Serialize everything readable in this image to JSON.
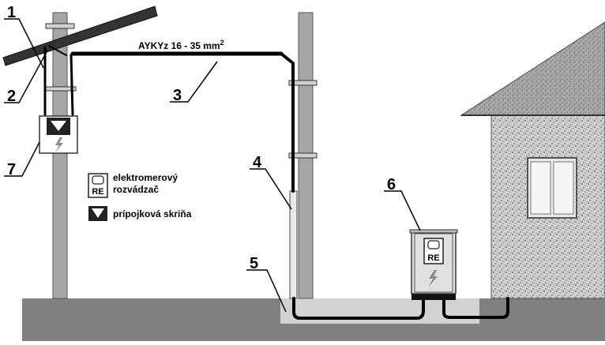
{
  "diagram": {
    "cable_label_main": "AYKYz 16 - 35 mm",
    "cable_label_sup": "2",
    "callouts": [
      "1",
      "2",
      "3",
      "4",
      "5",
      "6",
      "7"
    ],
    "legend": {
      "meter_box_line1": "elektromerový",
      "meter_box_line2": "rozvádzač",
      "connection_box": "prípojková skriňa"
    },
    "meter_symbol_text": "RE",
    "lightning_glyph": "ϟ",
    "icons": [
      "meter-box-icon",
      "connection-box-icon",
      "lightning-icon"
    ],
    "colors": {
      "ground": "#808080",
      "pole": "#a6a6a6",
      "roof": "#9a9a9a",
      "wall": "#c8c8c8",
      "cable": "#000000",
      "trench": "#d2d2d2"
    }
  }
}
